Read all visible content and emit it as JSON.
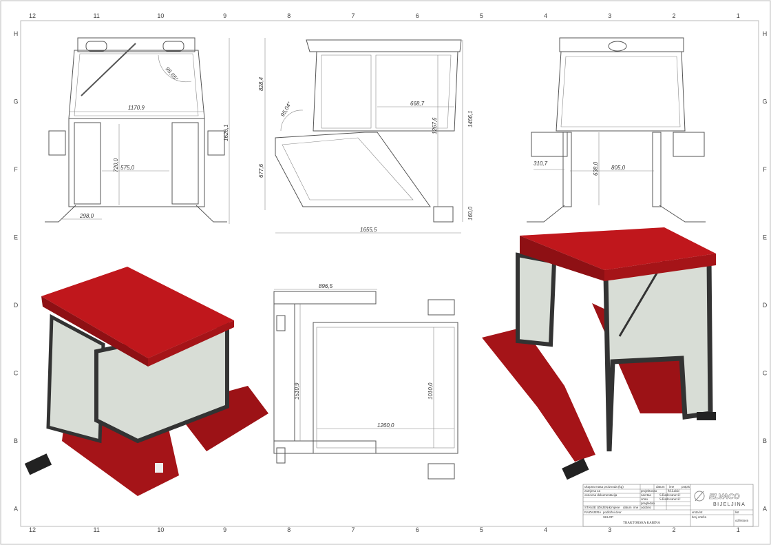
{
  "border": {
    "columns": [
      "12",
      "11",
      "10",
      "9",
      "8",
      "7",
      "6",
      "5",
      "4",
      "3",
      "2",
      "1"
    ],
    "rows": [
      "H",
      "G",
      "F",
      "E",
      "D",
      "C",
      "B",
      "A"
    ]
  },
  "front_view": {
    "width": "1170,9",
    "height": "1626,1",
    "door_height": "720,0",
    "door_width": "575,0",
    "step": "298,0",
    "angle": "95,65°"
  },
  "side_view": {
    "upper": "828,4",
    "angle": "95,04°",
    "window": "668,7",
    "mid": "1267,6",
    "total_height": "1466,1",
    "lower": "677,6",
    "base": "160,0",
    "length": "1655,5"
  },
  "rear_view": {
    "offset": "310,7",
    "height": "638,0",
    "width": "805,0"
  },
  "top_view": {
    "overhang": "896,5",
    "width": "1510,9",
    "inner_width": "1010,0",
    "inner_length": "1260,0"
  },
  "title_block": {
    "row1": "ukupna masa proizvoda (kg)",
    "row2": "zamjena za",
    "row3": "osnovna dokumentacija",
    "col_datum": "datum",
    "col_ime": "ime",
    "col_potpis": "potpis",
    "role1": "projektovao",
    "role2": "nacrtao",
    "role3": "crtao",
    "role4": "pregledao",
    "role5": "odobrio",
    "name1": "M.Lukić",
    "name2": "S.Radovanović",
    "name3": "S.Radovanović",
    "stanje": "STANJE IZMJENA",
    "izmjene": "izmjene",
    "datum2": "datum",
    "ime2": "ime",
    "razmjera": "RAZMJERA",
    "podloga": "podložni dvor",
    "sklop": "SKLOP",
    "title": "TRAKTORSKA KABINA",
    "vrsta": "vrsta lst",
    "broj": "broj crteža",
    "list": "list",
    "listova": "od listova",
    "company": "ELVACO",
    "city": "BIJELJINA"
  },
  "colors": {
    "roof": "#c0171c",
    "body": "#a51418",
    "frame": "#333333",
    "glass": "#d8ddd6"
  }
}
